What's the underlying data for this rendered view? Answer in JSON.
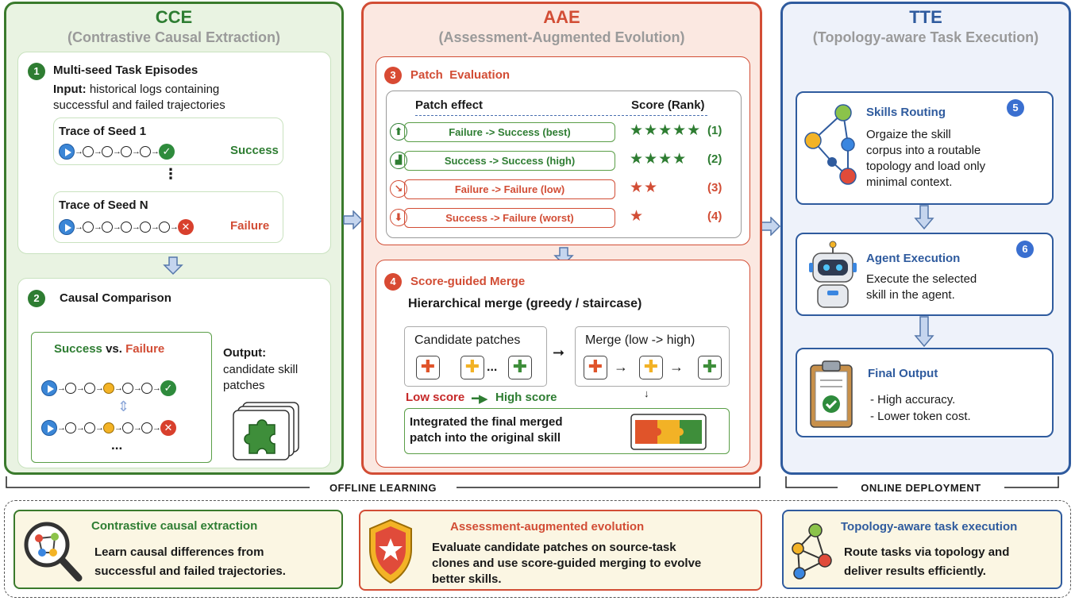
{
  "cce": {
    "title": "CCE",
    "subtitle": "(Contrastive Causal Extraction)",
    "step1": {
      "num": "1",
      "title": "Multi-seed Task Episodes",
      "input_label": "Input:",
      "input_text": "historical logs containing",
      "input_text2": "successful and failed trajectories"
    },
    "trace1": {
      "title": "Trace of Seed 1",
      "result": "Success"
    },
    "dots": "⋮",
    "traceN": {
      "title": "Trace of Seed N",
      "result": "Failure"
    },
    "step2": {
      "num": "2",
      "title": "Causal Comparison"
    },
    "compare": {
      "success": "Success",
      "vs": "vs.",
      "failure": "Failure",
      "ellipsis": "..."
    },
    "output": {
      "label": "Output:",
      "line1": "candidate skill",
      "line2": "patches"
    }
  },
  "aae": {
    "title": "AAE",
    "subtitle": "(Assessment-Augmented Evolution)",
    "step3": {
      "num": "3",
      "title": "Patch  Evaluation"
    },
    "table": {
      "col1": "Patch effect",
      "col2": "Score (Rank)",
      "rows": [
        {
          "label": "Failure -> Success (best)",
          "stars": "★★★★★",
          "rank": "(1)"
        },
        {
          "label": "Success -> Success (high)",
          "stars": "★★★★",
          "rank": "(2)"
        },
        {
          "label": "Failure -> Failure (low)",
          "stars": "★★",
          "rank": "(3)"
        },
        {
          "label": "Success -> Failure (worst)",
          "stars": "★",
          "rank": "(4)"
        }
      ]
    },
    "step4": {
      "num": "4",
      "title": "Score-guided Merge"
    },
    "merge_subtitle": "Hierarchical merge (greedy / staircase)",
    "candidate_label": "Candidate patches",
    "candidate_dots": "...",
    "merge_label": "Merge (low -> high)",
    "low_score": "Low score",
    "high_score": "High score",
    "integrated_line1": "Integrated the final merged",
    "integrated_line2": "patch into the original skill"
  },
  "tte": {
    "title": "TTE",
    "subtitle": "(Topology-aware Task Execution)",
    "step5": {
      "num": "5",
      "title": "Skills Routing",
      "line1": "Orgaize the skill",
      "line2": "corpus into a routable",
      "line3": "topology and load only",
      "line4": "minimal context."
    },
    "step6": {
      "num": "6",
      "title": "Agent Execution",
      "line1": "Execute the selected",
      "line2": "skill in the agent."
    },
    "final": {
      "title": "Final Output",
      "line1": "- High accuracy.",
      "line2": "- Lower token cost."
    }
  },
  "labels": {
    "offline": "OFFLINE LEARNING",
    "online": "ONLINE DEPLOYMENT"
  },
  "bottom": [
    {
      "title": "Contrastive causal extraction",
      "line1": "Learn causal differences from",
      "line2": "successful and failed trajectories."
    },
    {
      "title": "Assessment-augmented evolution",
      "line1": "Evaluate candidate patches on source-task",
      "line2": "clones and use score-guided merging to evolve",
      "line3": "better skills."
    },
    {
      "title": "Topology-aware task execution",
      "line1": "Route tasks via topology and",
      "line2": "deliver results efficiently."
    }
  ],
  "colors": {
    "green": "#3a7a2c",
    "red": "#d24d35",
    "blue": "#2f5b9e"
  }
}
